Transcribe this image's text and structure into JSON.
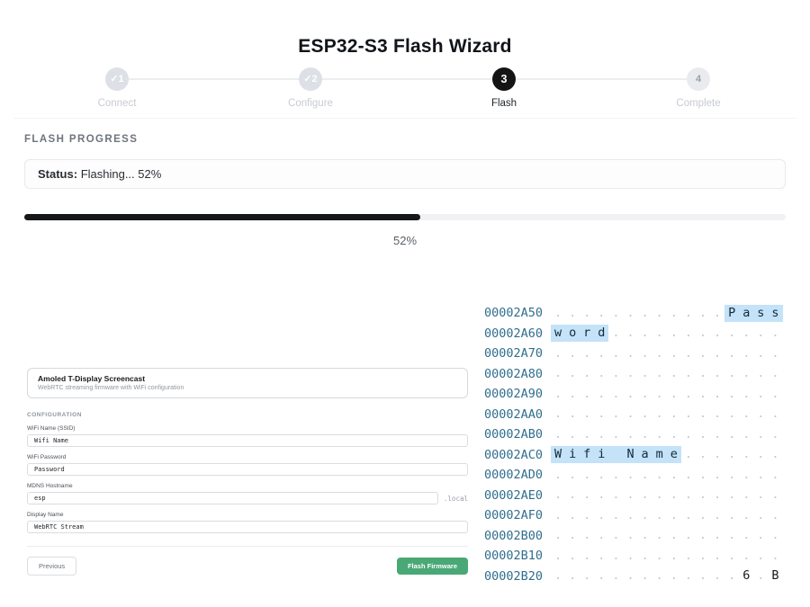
{
  "title": "ESP32-S3 Flash Wizard",
  "stepper": {
    "steps": [
      {
        "num": "✓1",
        "label": "Connect",
        "state": "done"
      },
      {
        "num": "✓2",
        "label": "Configure",
        "state": "done"
      },
      {
        "num": "3",
        "label": "Flash",
        "state": "active"
      },
      {
        "num": "4",
        "label": "Complete",
        "state": "upcoming"
      }
    ]
  },
  "progress": {
    "heading": "FLASH PROGRESS",
    "status_label": "Status:",
    "status_text": "Flashing... 52%",
    "percent": 52,
    "percent_label": "52%"
  },
  "form": {
    "card": {
      "title": "Amoled T-Display Screencast",
      "subtitle": "WebRTC streaming firmware with WiFi configuration"
    },
    "section_label": "CONFIGURATION",
    "fields": [
      {
        "label": "WiFi Name (SSID)",
        "value": "Wifi Name"
      },
      {
        "label": "WiFi Password",
        "value": "Password"
      },
      {
        "label": "MDNS Hostname",
        "value": "esp",
        "suffix": ".local"
      },
      {
        "label": "Display Name",
        "value": "WebRTC Stream"
      }
    ],
    "buttons": {
      "previous": "Previous",
      "flash": "Flash Firmware"
    }
  },
  "hexdump": {
    "rows": [
      {
        "address": "00002A50",
        "ascii": "............Pass",
        "hl": [
          12,
          16
        ]
      },
      {
        "address": "00002A60",
        "ascii": "word............",
        "hl": [
          0,
          4
        ]
      },
      {
        "address": "00002A70",
        "ascii": "................",
        "hl": null
      },
      {
        "address": "00002A80",
        "ascii": "................",
        "hl": null
      },
      {
        "address": "00002A90",
        "ascii": "................",
        "hl": null
      },
      {
        "address": "00002AA0",
        "ascii": "................",
        "hl": null
      },
      {
        "address": "00002AB0",
        "ascii": "................",
        "hl": null
      },
      {
        "address": "00002AC0",
        "ascii": "Wifi Name.......",
        "hl": [
          0,
          9
        ]
      },
      {
        "address": "00002AD0",
        "ascii": "................",
        "hl": null
      },
      {
        "address": "00002AE0",
        "ascii": "................",
        "hl": null
      },
      {
        "address": "00002AF0",
        "ascii": "................",
        "hl": null
      },
      {
        "address": "00002B00",
        "ascii": "................",
        "hl": null
      },
      {
        "address": "00002B10",
        "ascii": "................",
        "hl": null
      },
      {
        "address": "00002B20",
        "ascii": ".............6.B",
        "hl": null
      }
    ]
  },
  "colors": {
    "accent_green": "#4aa877",
    "step_active": "#141414",
    "step_done_circle": "#dde0e6",
    "progress_fill": "#17181a",
    "hex_address": "#2f6e8e",
    "hex_highlight_bg": "#c4e2f8",
    "hex_dot": "#c3c8cd"
  }
}
